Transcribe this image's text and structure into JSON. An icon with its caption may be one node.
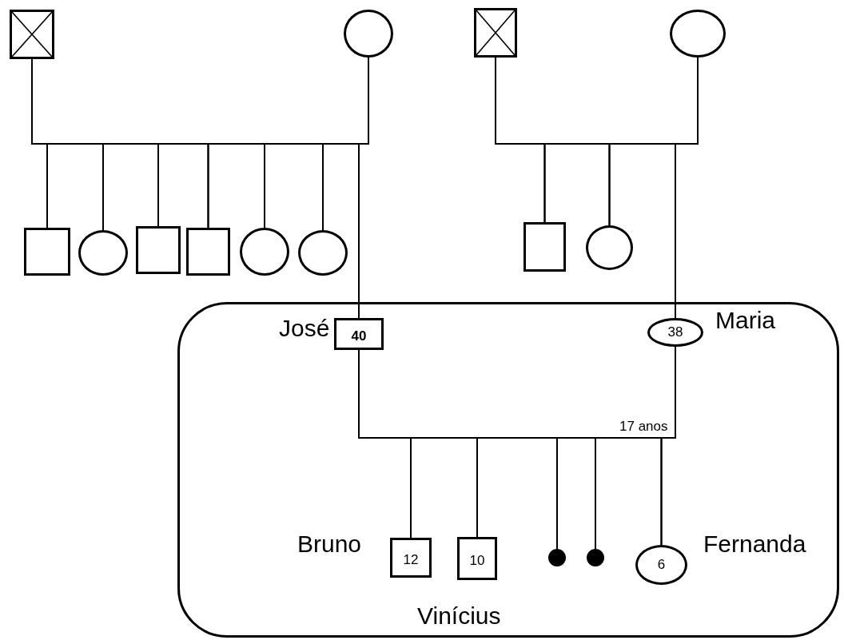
{
  "diagram": {
    "nodes": [
      {
        "text": [],
        "shape": "box"
      },
      {
        "text": [],
        "shape": "crossed-box"
      },
      {
        "text": [],
        "shape": "circle"
      },
      {
        "text": [],
        "shape": "crossed-box"
      },
      {
        "text": [],
        "shape": "circle"
      },
      {
        "text": [],
        "shape": "box"
      },
      {
        "text": [],
        "shape": "circle"
      },
      {
        "text": [],
        "shape": "box"
      },
      {
        "text": [],
        "shape": "box"
      },
      {
        "text": [],
        "shape": "circle"
      },
      {
        "text": [],
        "shape": "circle"
      },
      {
        "text": [],
        "shape": "box"
      },
      {
        "text": [],
        "shape": "circle"
      },
      {
        "text": [
          "40"
        ],
        "beside": [
          "José"
        ],
        "in": 0
      },
      {
        "text": [
          "38"
        ],
        "beside": [
          "Maria"
        ],
        "in": 0
      },
      {
        "text": [
          "12"
        ],
        "beside": [
          "Bruno"
        ],
        "in": 0
      },
      {
        "text": [
          "10"
        ],
        "beside": [
          "Vinícius"
        ],
        "in": 0
      },
      {
        "text": [],
        "shape": "dot",
        "in": 0
      },
      {
        "text": [],
        "shape": "dot",
        "in": 0
      },
      {
        "text": [
          "6"
        ],
        "beside": [
          "Fernanda"
        ],
        "in": 0
      }
    ],
    "edges": [
      {
        "from": 1,
        "to": 2,
        "arrow": "none"
      },
      {
        "from": 1,
        "to": 5,
        "arrow": "none"
      },
      {
        "from": 1,
        "to": 6,
        "arrow": "none"
      },
      {
        "from": 1,
        "to": 7,
        "arrow": "none"
      },
      {
        "from": 1,
        "to": 8,
        "arrow": "none"
      },
      {
        "from": 1,
        "to": 9,
        "arrow": "none"
      },
      {
        "from": 1,
        "to": 10,
        "arrow": "none"
      },
      {
        "from": 1,
        "to": 13,
        "arrow": "none"
      },
      {
        "from": 2,
        "to": 5,
        "arrow": "none"
      },
      {
        "from": 2,
        "to": 6,
        "arrow": "none"
      },
      {
        "from": 2,
        "to": 7,
        "arrow": "none"
      },
      {
        "from": 2,
        "to": 8,
        "arrow": "none"
      },
      {
        "from": 2,
        "to": 9,
        "arrow": "none"
      },
      {
        "from": 2,
        "to": 10,
        "arrow": "none"
      },
      {
        "from": 2,
        "to": 13,
        "arrow": "none"
      },
      {
        "from": 3,
        "to": 4,
        "arrow": "none"
      },
      {
        "from": 3,
        "to": 11,
        "arrow": "none"
      },
      {
        "from": 3,
        "to": 12,
        "arrow": "none"
      },
      {
        "from": 3,
        "to": 14,
        "arrow": "none"
      },
      {
        "from": 4,
        "to": 11,
        "arrow": "none"
      },
      {
        "from": 4,
        "to": 12,
        "arrow": "none"
      },
      {
        "from": 4,
        "to": 14,
        "arrow": "none"
      },
      {
        "from": 13,
        "to": 14,
        "arrow": "none",
        "label": "17 anos"
      },
      {
        "from": 13,
        "to": 15,
        "arrow": "none"
      },
      {
        "from": 13,
        "to": 16,
        "arrow": "none"
      },
      {
        "from": 13,
        "to": 17,
        "arrow": "none"
      },
      {
        "from": 13,
        "to": 18,
        "arrow": "none"
      },
      {
        "from": 13,
        "to": 19,
        "arrow": "none"
      },
      {
        "from": 14,
        "to": 15,
        "arrow": "none"
      },
      {
        "from": 14,
        "to": 16,
        "arrow": "none"
      },
      {
        "from": 14,
        "to": 17,
        "arrow": "none"
      },
      {
        "from": 14,
        "to": 18,
        "arrow": "none"
      },
      {
        "from": 14,
        "to": 19,
        "arrow": "none"
      }
    ]
  }
}
